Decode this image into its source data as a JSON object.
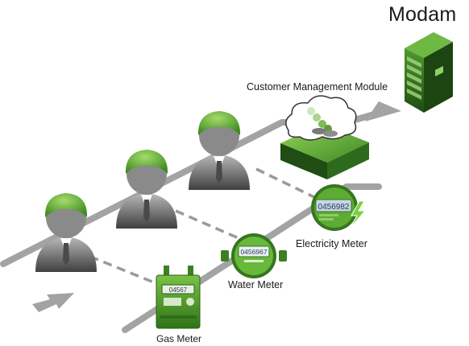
{
  "title": "Modam",
  "labels": {
    "customer_management_module": "Customer Management Module",
    "electricity_meter": "Electricity Meter",
    "water_meter": "Water Meter",
    "gas_meter": "Gas Meter"
  },
  "meter_readouts": {
    "electricity": "0456982",
    "water": "0456967",
    "gas": "04567"
  },
  "colors": {
    "green": "#5cae34",
    "dark_green": "#2f6d1a",
    "light_green": "#8ccf54",
    "gray_path": "#a3a3a3",
    "server_dark": "#2d5e1f"
  }
}
